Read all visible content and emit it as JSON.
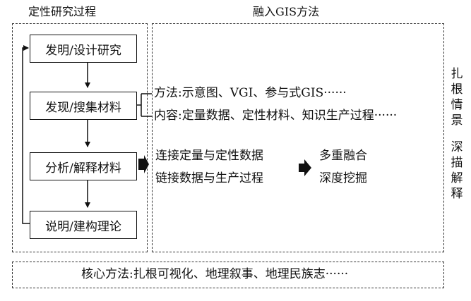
{
  "headers": {
    "left": "定性研究过程",
    "right": "融入GIS方法"
  },
  "steps": [
    "发明/设计研究",
    "发现/搜集材料",
    "分析/解释材料",
    "说明/建构理论"
  ],
  "gis": {
    "methods": "方法:示意图、VGI、参与式GIS······",
    "content": "内容:定量数据、定性材料、知识生产过程······",
    "link1": "连接定量与定性数据",
    "link2": "链接数据与生产过程",
    "result1": "多重融合",
    "result2": "深度挖掘"
  },
  "side": {
    "top": [
      "扎",
      "根",
      "情",
      "景"
    ],
    "bottom": [
      "深",
      "描",
      "解",
      "释"
    ]
  },
  "core": "核心方法:扎根可视化、地理叙事、地理民族志······"
}
